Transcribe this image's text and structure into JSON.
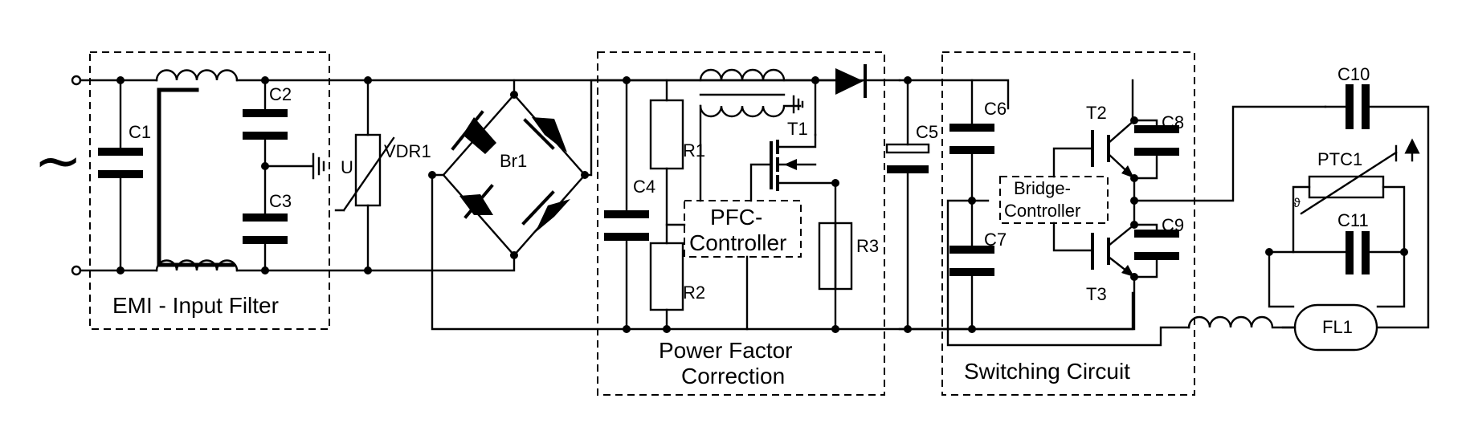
{
  "sections": {
    "emi": "EMI - Input Filter",
    "pfc_line1": "Power Factor",
    "pfc_line2": "Correction",
    "switching": "Switching Circuit"
  },
  "components": {
    "c1": "C1",
    "c2": "C2",
    "c3": "C3",
    "c4": "C4",
    "c5": "C5",
    "c6": "C6",
    "c7": "C7",
    "c8": "C8",
    "c9": "C9",
    "c10": "C10",
    "c11": "C11",
    "vdr1": "VDR1",
    "vdr_u": "U",
    "br1": "Br1",
    "r1": "R1",
    "r2": "R2",
    "r3": "R3",
    "t1": "T1",
    "t2": "T2",
    "t3": "T3",
    "ptc1": "PTC1",
    "fl1": "FL1",
    "theta": "ϑ"
  },
  "controllers": {
    "pfc_line1": "PFC-",
    "pfc_line2": "Controller",
    "bridge_line1": "Bridge-",
    "bridge_line2": "Controller"
  },
  "ac_source": "~"
}
